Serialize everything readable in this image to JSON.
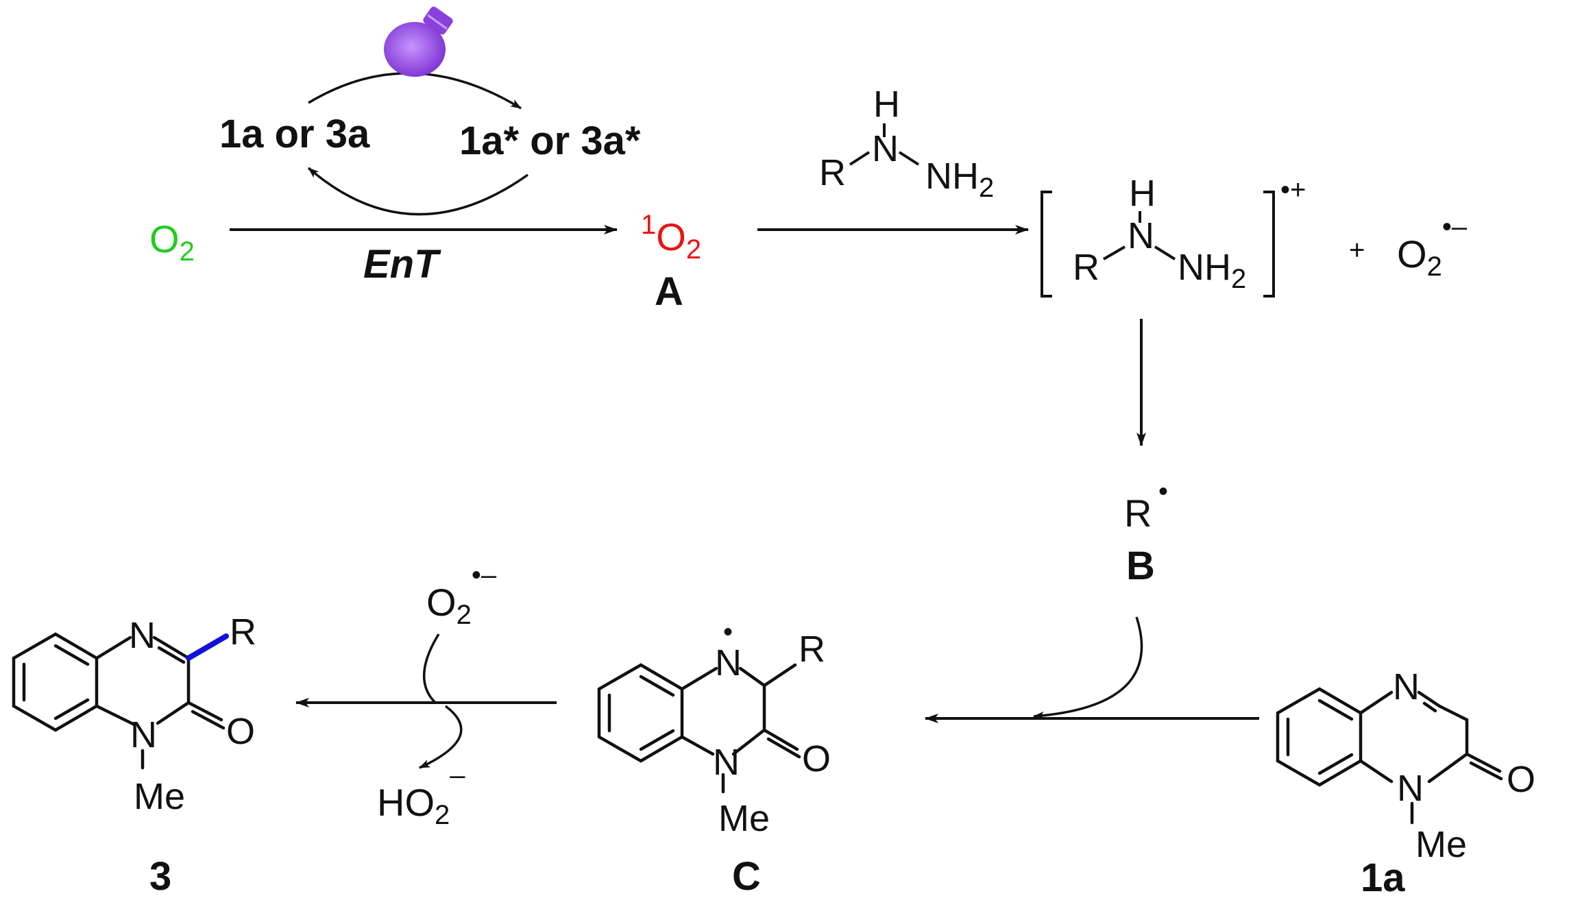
{
  "colors": {
    "ink": "#111111",
    "oxygen_ground": "#22cc22",
    "singlet_oxygen": "#ee1111",
    "new_bond": "#1010dd",
    "lamp": "#9a4ee6"
  },
  "icons": {
    "lamp": "light-bulb-icon"
  },
  "cycle": {
    "left_species": "1a or 3a",
    "right_species": "1a* or 3a*"
  },
  "step1": {
    "reactant": "O",
    "reactant_sub": "2",
    "arrow_label": "EnT",
    "product_sup": "1",
    "product": "O",
    "product_sub": "2",
    "product_id": "A"
  },
  "hydrazine": {
    "r": "R",
    "nh_h": "H",
    "n": "N",
    "nh2": "NH",
    "nh2_sub": "2"
  },
  "radical_cation": {
    "r": "R",
    "nh_h": "H",
    "n": "N",
    "nh2": "NH",
    "nh2_sub": "2",
    "charge": "•+",
    "plus": "+",
    "superoxide": "O",
    "superoxide_sub": "2",
    "superoxide_charge": "•–"
  },
  "radical_B": {
    "symbol": "R",
    "dot": "•",
    "id": "B"
  },
  "substrate_1a": {
    "n_top": "N",
    "n_bottom": "N",
    "o": "O",
    "me": "Me",
    "id": "1a"
  },
  "intermediate_C": {
    "dot": "•",
    "n_top": "N",
    "r": "R",
    "n_bottom": "N",
    "o": "O",
    "me": "Me",
    "id": "C"
  },
  "oxidation": {
    "reagent": "O",
    "reagent_sub": "2",
    "reagent_charge": "•–",
    "byproduct": "HO",
    "byproduct_sub": "2",
    "byproduct_charge": "–"
  },
  "product_3": {
    "n_top": "N",
    "r": "R",
    "n_bottom": "N",
    "o": "O",
    "me": "Me",
    "id": "3"
  }
}
